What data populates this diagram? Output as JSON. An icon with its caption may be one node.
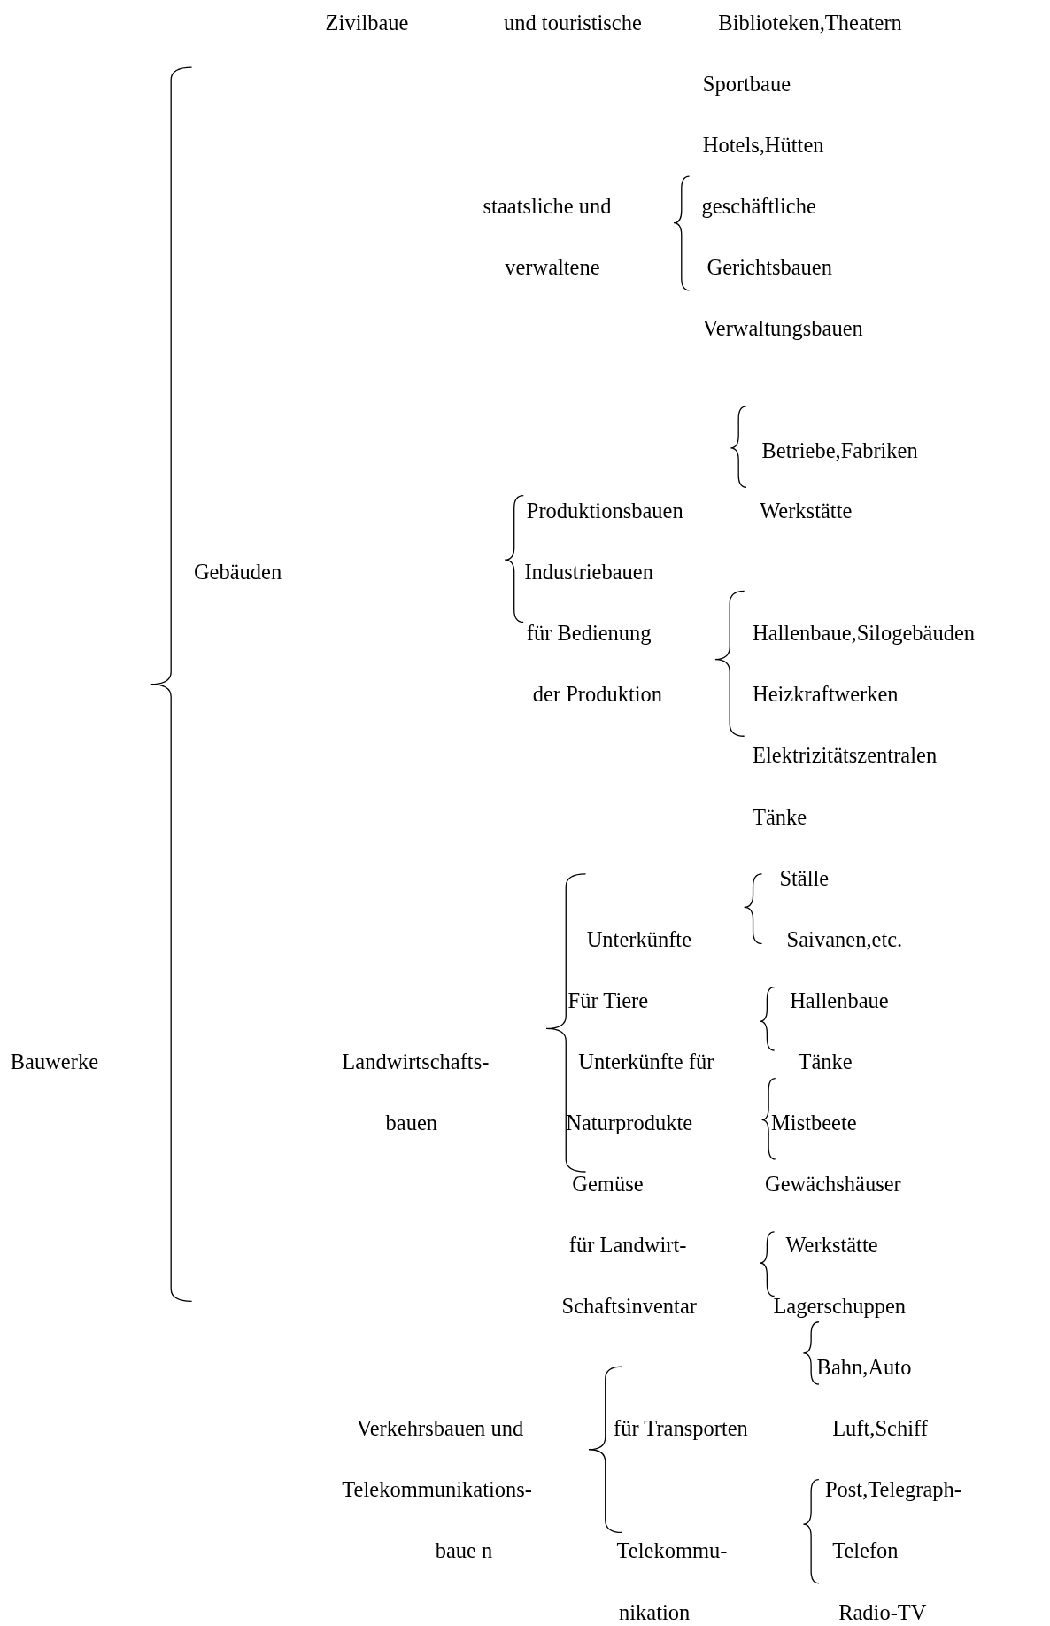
{
  "diagram": {
    "labels": [
      "Zivilbaue",
      "und touristische",
      "Biblioteken,Theatern",
      "Sportbaue",
      "Hotels,Hütten",
      "staatsliche und",
      "geschäftliche",
      "verwaltene",
      "Gerichtsbauen",
      "Verwaltungsbauen",
      "Betriebe,Fabriken",
      "Produktionsbauen",
      "Werkstätte",
      "Gebäuden",
      "Industriebauen",
      "für Bedienung",
      "Hallenbaue,Silogebäuden",
      "der Produktion",
      "Heizkraftwerken",
      "Elektrizitätszentralen",
      "Tänke",
      "Ställe",
      "Unterkünfte",
      "Saivanen,etc.",
      "Für Tiere",
      "Hallenbaue",
      "Bauwerke",
      "Landwirtschafts-",
      "Unterkünfte für",
      "Tänke",
      "bauen",
      "Naturprodukte",
      "Mistbeete",
      "Gemüse",
      "Gewächshäuser",
      "für Landwirt-",
      "Werkstätte",
      "Schaftsinventar",
      "Lagerschuppen",
      "Bahn,Auto",
      "Verkehrsbauen und",
      "für Transporten",
      "Luft,Schiff",
      "Telekommunikations-",
      "Post,Telegraph-",
      "baue n",
      "Telekommu-",
      "Telefon",
      "nikation",
      "Radio-TV"
    ]
  }
}
